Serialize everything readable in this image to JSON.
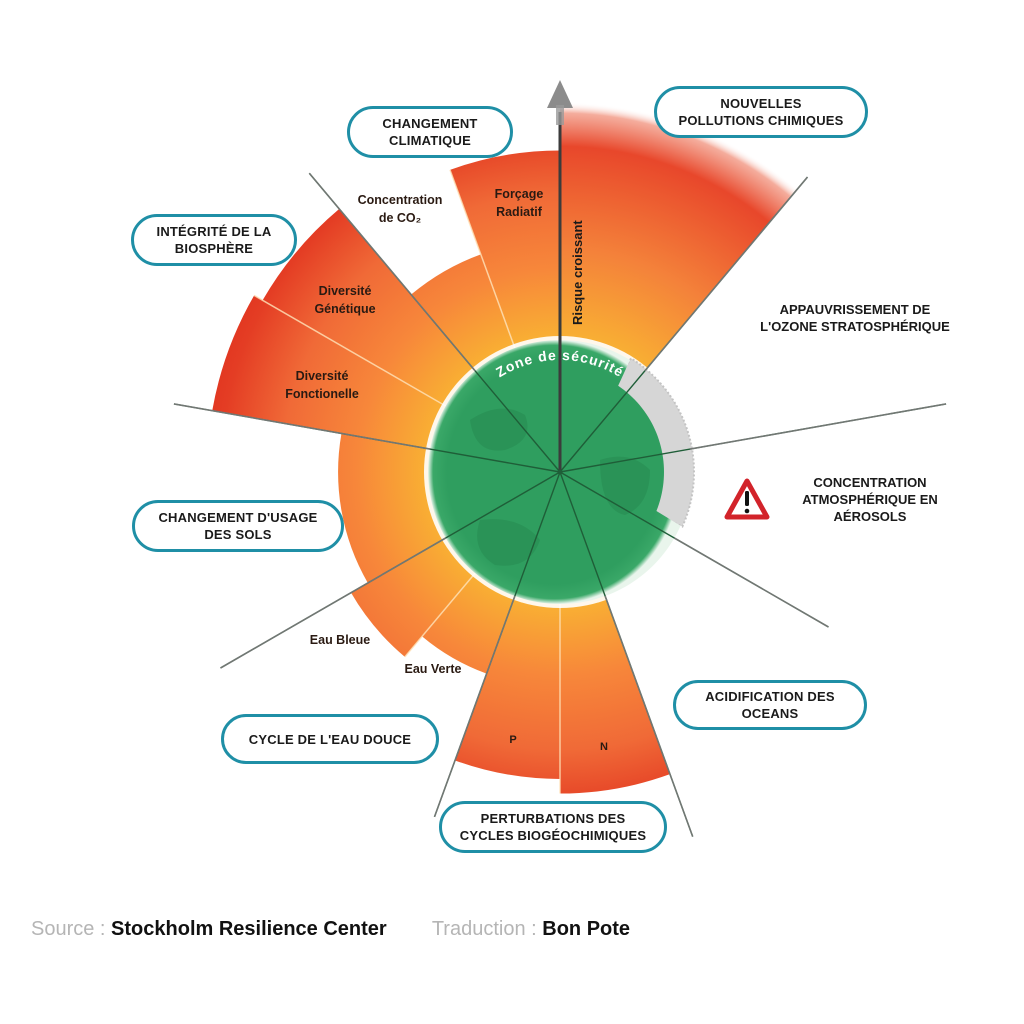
{
  "title_boxes": {
    "climate": "CHANGEMENT\nCLIMATIQUE",
    "novel_entities": "NOUVELLES\nPOLLUTIONS CHIMIQUES",
    "biosphere": "INTÉGRITÉ DE LA\nBIOSPHÈRE",
    "land_use": "CHANGEMENT D'USAGE\nDES SOLS",
    "freshwater": "CYCLE DE L'EAU DOUCE",
    "biogeochemical": "PERTURBATIONS DES\nCYCLES BIOGÉOCHIMIQUES",
    "ocean": "ACIDIFICATION DES\nOCEANS"
  },
  "plain_labels": {
    "ozone": "APPAUVRISSEMENT DE\nL'OZONE STRATOSPHÉRIQUE",
    "aerosols": "CONCENTRATION\nATMOSPHÉRIQUE EN\nAÉROSOLS"
  },
  "sub_labels": {
    "co2": "Concentration\nde CO₂",
    "forcing": "Forçage\nRadiatif",
    "genetic": "Diversité\nGénétique",
    "functional": "Diversité\nFonctionelle",
    "blue_water": "Eau Bleue",
    "green_water": "Eau Verte",
    "p": "P",
    "n": "N"
  },
  "center": {
    "safe_zone": "Zone de sécurité",
    "arrow_label": "Risque croissant"
  },
  "icons": {
    "warning": "warning-triangle-icon"
  },
  "colors": {
    "safe_green": "#2e9e5e",
    "unknown_grey": "#d3d3d3",
    "risk_orange": "#f7a531",
    "high_risk_red": "#e23a22",
    "pill_border": "#1f8fa6"
  },
  "footer": {
    "source_label": "Source :",
    "source_value": "Stockholm Resilience Center",
    "translation_label": "Traduction :",
    "translation_value": "Bon Pote"
  },
  "chart_data": {
    "type": "radial",
    "title": "",
    "sectors": [
      {
        "name": "Nouvelles pollutions chimiques",
        "status": "transgressed",
        "level": 1.0
      },
      {
        "name": "Appauvrissement de l'ozone stratosphérique",
        "status": "safe",
        "level": 0.0
      },
      {
        "name": "Concentration atmosphérique en aérosols",
        "status": "not_quantified",
        "level": 0.0
      },
      {
        "name": "Acidification des océans",
        "status": "safe",
        "level": 0.0
      },
      {
        "name": "Perturbations des cycles biogéochimiques",
        "status": "transgressed",
        "subs": [
          {
            "name": "P",
            "level": 0.72
          },
          {
            "name": "N",
            "level": 0.78
          }
        ]
      },
      {
        "name": "Cycle de l'eau douce",
        "status": "transgressed",
        "subs": [
          {
            "name": "Eau Verte",
            "level": 0.34
          },
          {
            "name": "Eau Bleue",
            "level": 0.45
          }
        ]
      },
      {
        "name": "Changement d'usage des sols",
        "status": "transgressed",
        "level": 0.37
      },
      {
        "name": "Intégrité de la biosphère",
        "status": "transgressed",
        "subs": [
          {
            "name": "Diversité Fonctionelle",
            "level": 0.91
          },
          {
            "name": "Diversité Génétique",
            "level": 0.87
          }
        ]
      },
      {
        "name": "Changement climatique",
        "status": "transgressed",
        "subs": [
          {
            "name": "Concentration de CO₂",
            "level": 0.41
          },
          {
            "name": "Forçage Radiatif",
            "level": 0.78
          }
        ]
      }
    ]
  }
}
